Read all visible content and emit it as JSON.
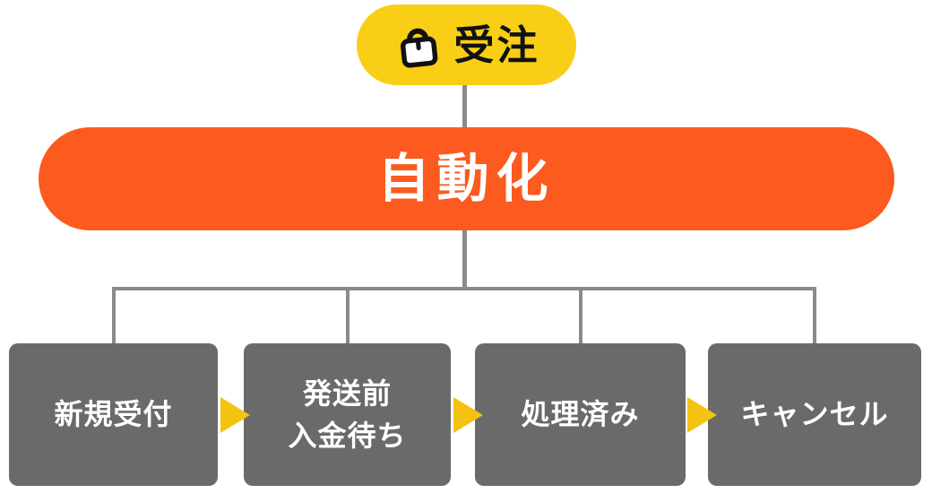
{
  "colors": {
    "badge_yellow": "#F8CF16",
    "arrow_gold": "#F4C211",
    "orange": "#FC5A1F",
    "box_gray": "#6A6A6A",
    "line_gray": "#8A8A8A",
    "badge_text": "#111111",
    "white": "#FFFFFF"
  },
  "order_badge": {
    "label": "受注",
    "icon": "shopping-bag-icon"
  },
  "automation": {
    "label": "自動化"
  },
  "stages": [
    {
      "label": "新規受付"
    },
    {
      "label": "発送前\n入金待ち"
    },
    {
      "label": "処理済み"
    },
    {
      "label": "キャンセル"
    }
  ]
}
